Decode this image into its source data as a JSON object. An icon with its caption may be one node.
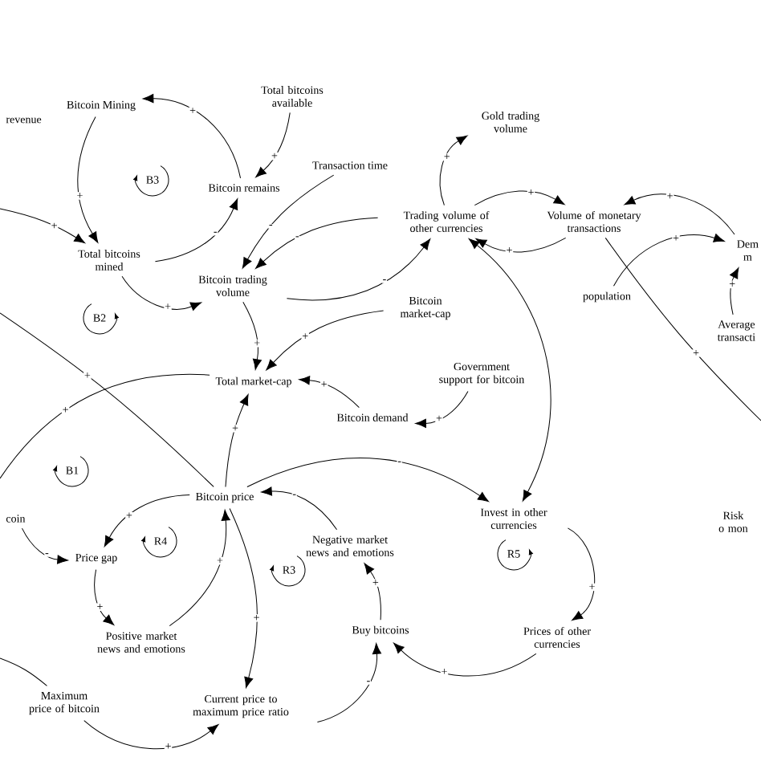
{
  "diagram": {
    "nodes": [
      {
        "text": [
          "revenue"
        ]
      },
      {
        "text": [
          "Bitcoin Mining"
        ]
      },
      {
        "text": [
          "Total bitcoins available"
        ]
      },
      {
        "text": [
          "Bitcoin remains"
        ]
      },
      {
        "text": [
          "Transaction time"
        ]
      },
      {
        "text": [
          "Total bitcoins mined"
        ]
      },
      {
        "text": [
          "Bitcoin trading volume"
        ]
      },
      {
        "text": [
          "Gold trading volume"
        ]
      },
      {
        "text": [
          "Trading volume of other currencies"
        ]
      },
      {
        "text": [
          "Volume of monetary transactions"
        ]
      },
      {
        "text": [
          "Dem m"
        ]
      },
      {
        "text": [
          "population"
        ]
      },
      {
        "text": [
          "Average transacti"
        ]
      },
      {
        "text": [
          "Bitcoin market-cap"
        ]
      },
      {
        "text": [
          "Total market-cap"
        ]
      },
      {
        "text": [
          "Government support for bitcoin"
        ]
      },
      {
        "text": [
          "Bitcoin demand"
        ]
      },
      {
        "text": [
          "coin"
        ]
      },
      {
        "text": [
          "Bitcoin price"
        ]
      },
      {
        "text": [
          "Price gap"
        ]
      },
      {
        "text": [
          "Positive market news and emotions"
        ]
      },
      {
        "text": [
          "Negative market news and emotions"
        ]
      },
      {
        "text": [
          "Invest in other currencies"
        ]
      },
      {
        "text": [
          "Buy bitcoins"
        ]
      },
      {
        "text": [
          "Prices of other currencies"
        ]
      },
      {
        "text": [
          "Maximum price of bitcoin"
        ]
      },
      {
        "text": [
          "Current price to maximum price ratio"
        ]
      },
      {
        "text": [
          "Risk o mon"
        ]
      }
    ],
    "edges": [
      {
        "from": 1,
        "to": 5,
        "arrow": "to",
        "label": "+"
      },
      {
        "from": null,
        "to": 5,
        "arrow": "to",
        "label": "+"
      },
      {
        "from": 3,
        "to": 1,
        "arrow": "to",
        "label": "+"
      },
      {
        "from": 2,
        "to": 3,
        "arrow": "to",
        "label": "+"
      },
      {
        "from": 5,
        "to": 3,
        "arrow": "to",
        "label": "-"
      },
      {
        "from": 4,
        "to": 6,
        "arrow": "to",
        "label": "-"
      },
      {
        "from": 8,
        "to": 6,
        "arrow": "to",
        "label": "-"
      },
      {
        "from": 5,
        "to": 6,
        "arrow": "to",
        "label": "+"
      },
      {
        "from": 6,
        "to": 14,
        "arrow": "to",
        "label": "+"
      },
      {
        "from": 6,
        "to": 8,
        "arrow": "to",
        "label": "-"
      },
      {
        "from": 13,
        "to": 14,
        "arrow": "to",
        "label": "+"
      },
      {
        "from": 16,
        "to": 14,
        "arrow": "to",
        "label": "+"
      },
      {
        "from": 15,
        "to": 16,
        "arrow": "to",
        "label": "+"
      },
      {
        "from": 8,
        "to": 7,
        "arrow": "to",
        "label": "+"
      },
      {
        "from": 8,
        "to": 9,
        "arrow": "to",
        "label": "+"
      },
      {
        "from": 9,
        "to": 8,
        "arrow": "to",
        "label": "+"
      },
      {
        "from": 10,
        "to": 9,
        "arrow": "to",
        "label": "+"
      },
      {
        "from": 11,
        "to": 10,
        "arrow": "to",
        "label": "+"
      },
      {
        "from": 12,
        "to": 10,
        "arrow": "to",
        "label": "+"
      },
      {
        "from": 9,
        "to": null,
        "arrow": "none",
        "label": "+"
      },
      {
        "from": 8,
        "to": 22,
        "arrow": "both"
      },
      {
        "from": 18,
        "to": 22,
        "arrow": "to",
        "label": "-"
      },
      {
        "from": 22,
        "to": 24,
        "arrow": "to",
        "label": "+"
      },
      {
        "from": 24,
        "to": 23,
        "arrow": "to",
        "label": "+"
      },
      {
        "from": 23,
        "to": 21,
        "arrow": "to",
        "label": "+"
      },
      {
        "from": 21,
        "to": 18,
        "arrow": "to",
        "label": "-"
      },
      {
        "from": 26,
        "to": 23,
        "arrow": "to",
        "label": "-"
      },
      {
        "from": 25,
        "to": 26,
        "arrow": "to",
        "label": "+"
      },
      {
        "from": 18,
        "to": 26,
        "arrow": "to",
        "label": "+"
      },
      {
        "from": 18,
        "to": 14,
        "arrow": "to",
        "label": "+"
      },
      {
        "from": 20,
        "to": 18,
        "arrow": "to",
        "label": "+"
      },
      {
        "from": 18,
        "to": 19,
        "arrow": "to",
        "label": "+"
      },
      {
        "from": 19,
        "to": 20,
        "arrow": "to",
        "label": "+"
      },
      {
        "from": 17,
        "to": 19,
        "arrow": "to",
        "label": "-"
      },
      {
        "from": 14,
        "to": null,
        "arrow": "none",
        "label": "+"
      },
      {
        "from": 18,
        "to": null,
        "arrow": "none",
        "label": "+"
      },
      {
        "from": null,
        "to": 25,
        "arrow": "none"
      }
    ],
    "labels": [
      "B3",
      "B2",
      "B1",
      "R4",
      "R5",
      "R3"
    ]
  }
}
